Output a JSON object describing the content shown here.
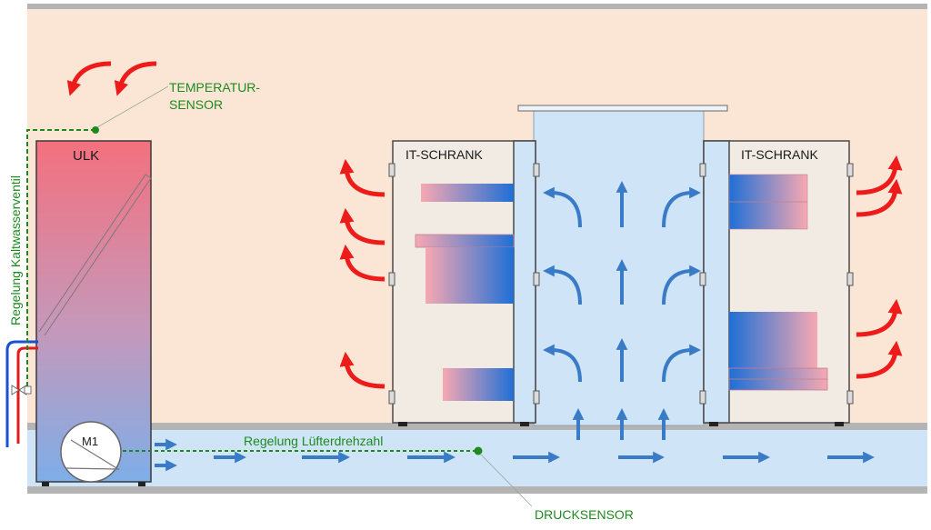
{
  "labels": {
    "temperature_sensor_line1": "TEMPERATUR-",
    "temperature_sensor_line2": "SENSOR",
    "ulk": "ULK",
    "motor": "M1",
    "valve_control": "Regelung Kaltwasserventil",
    "fan_control": "Regelung Lüfterdrehzahl",
    "pressure_sensor": "DRUCKSENSOR",
    "rack_left": "IT-SCHRANK",
    "rack_right": "IT-SCHRANK"
  },
  "colors": {
    "room": "#fbe6d6",
    "cold_air": "#cfe5f7",
    "warm_arrow": "#ee1b1b",
    "cold_arrow": "#3a7bc8",
    "sensor_line": "#1e8a1e",
    "server_hot": "#f09aa6",
    "server_cold": "#1f6fd6",
    "wall": "#b4b4b4"
  }
}
